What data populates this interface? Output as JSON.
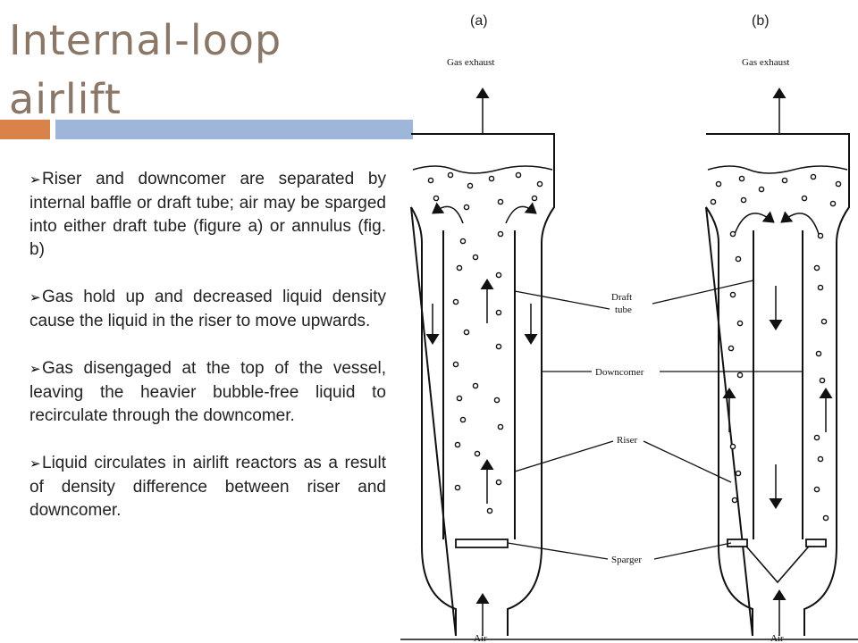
{
  "slide": {
    "title": "Internal-loop airlift",
    "bullets": [
      "Riser and downcomer are separated by internal baffle or draft tube; air may be sparged into either draft tube (figure a) or annulus (fig. b)",
      "Gas hold up and decreased liquid density cause the liquid in the riser to move upwards.",
      "Gas disengaged at the top of the vessel, leaving the heavier bubble-free liquid to recirculate through the downcomer.",
      "Liquid circulates in airlift reactors as a result of density difference between riser and downcomer."
    ],
    "bullet_marker": "➢"
  },
  "diagram": {
    "panel_a_label": "(a)",
    "panel_b_label": "(b)",
    "gas_exhaust_a": "Gas exhaust",
    "gas_exhaust_b": "Gas exhaust",
    "air_a": "Air",
    "air_b": "Air",
    "draft_tube": "Draft tube",
    "draft_tube_line1": "Draft",
    "draft_tube_line2": "tube",
    "downcomer": "Downcomer",
    "riser": "Riser",
    "sparger": "Sparger"
  },
  "colors": {
    "title": "#8B7767",
    "accent_orange": "#D9834A",
    "accent_blue": "#9DB6D9"
  }
}
